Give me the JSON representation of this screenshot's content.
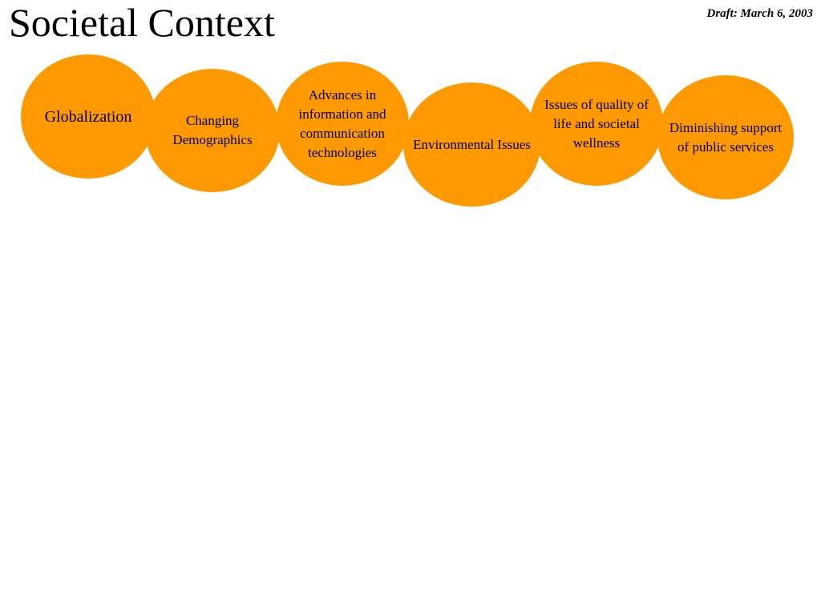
{
  "slide": {
    "title": "Societal Context",
    "draft_label": "Draft: March 6, 2003"
  },
  "diagram": {
    "fill_color": "#FF9900",
    "nodes": [
      {
        "label": "Globalization"
      },
      {
        "label": "Changing Demographics"
      },
      {
        "label": "Advances in information and communication technologies"
      },
      {
        "label": "Environmental Issues"
      },
      {
        "label": "Issues of quality of life and societal wellness"
      },
      {
        "label": "Diminishing support of public services"
      }
    ]
  }
}
